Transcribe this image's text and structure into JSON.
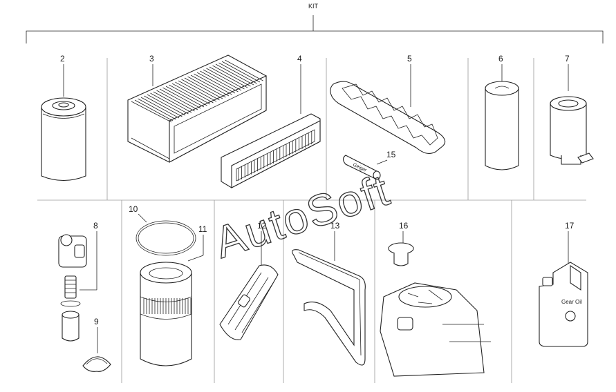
{
  "kit_label": "KIT",
  "watermark": "AutoSoft",
  "callouts": [
    "2",
    "3",
    "4",
    "5",
    "6",
    "7",
    "8",
    "9",
    "10",
    "11",
    "12",
    "13",
    "15",
    "16",
    "17"
  ],
  "product_text": {
    "gear_oil": "Gear Oil",
    "filter_brand": "Geiger"
  },
  "colors": {
    "line": "#222222",
    "divider": "#9a9a9a",
    "background": "#ffffff"
  }
}
